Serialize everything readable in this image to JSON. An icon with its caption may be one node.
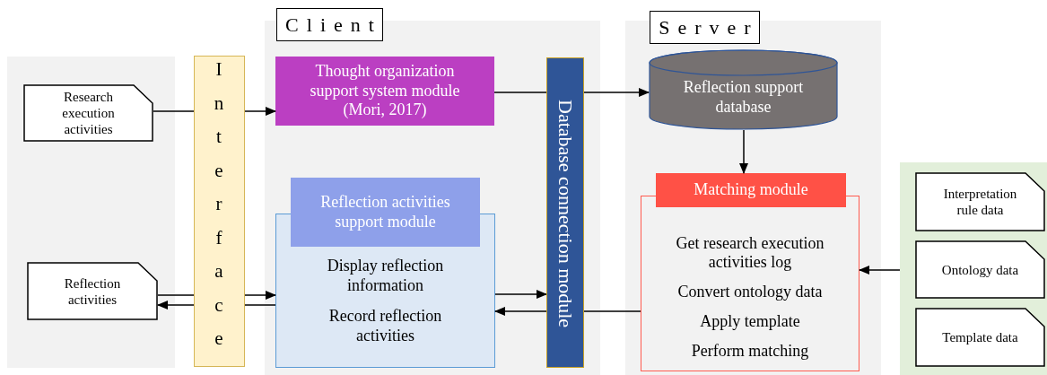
{
  "diagram": {
    "nodes": [
      {
        "text": [],
        "shape": "box"
      },
      {
        "text": [
          "Research execution activities"
        ],
        "in": 0
      },
      {
        "text": [
          "Reflection activities"
        ],
        "in": 0
      },
      {
        "text": [
          "Interface"
        ]
      },
      {
        "text": [
          "Client"
        ]
      },
      {
        "text": [
          "Thought organization support system module (Mori, 2017)"
        ],
        "in": 4
      },
      {
        "text": [
          "Reflection activities support module",
          "Display reflection information",
          "Record reflection activities"
        ],
        "in": 4
      },
      {
        "text": [
          "Database connection module"
        ],
        "in": 4
      },
      {
        "text": [
          "Server"
        ]
      },
      {
        "text": [
          "Reflection support database"
        ],
        "in": 8
      },
      {
        "text": [
          "Matching module",
          "Get research execution activities log",
          "Convert ontology data",
          "Apply template",
          "Perform matching"
        ],
        "in": 8
      },
      {
        "text": [],
        "shape": "box"
      },
      {
        "text": [
          "Interpretation rule data"
        ],
        "in": 11
      },
      {
        "text": [
          "Ontology data"
        ],
        "in": 11
      },
      {
        "text": [
          "Template data"
        ],
        "in": 11
      }
    ],
    "edges": [
      {
        "from": 1,
        "to": 3,
        "arrow": "none"
      },
      {
        "from": 3,
        "to": 5,
        "arrow": "to"
      },
      {
        "from": 5,
        "to": 7,
        "arrow": "none"
      },
      {
        "from": 7,
        "to": 9,
        "arrow": "to"
      },
      {
        "from": 9,
        "to": 10,
        "arrow": "to"
      },
      {
        "from": 2,
        "to": 3,
        "arrow": "none"
      },
      {
        "from": 3,
        "to": 6,
        "arrow": "to"
      },
      {
        "from": 6,
        "to": 3,
        "arrow": "none"
      },
      {
        "from": 3,
        "to": 2,
        "arrow": "to"
      },
      {
        "from": 6,
        "to": 7,
        "arrow": "to"
      },
      {
        "from": 10,
        "to": 7,
        "arrow": "none"
      },
      {
        "from": 7,
        "to": 6,
        "arrow": "to"
      },
      {
        "from": 11,
        "to": 10,
        "arrow": "to"
      }
    ]
  }
}
